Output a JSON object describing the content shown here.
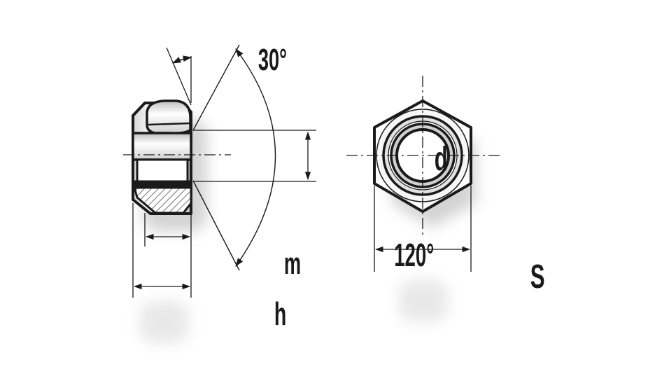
{
  "labels": {
    "angle_top": "30°",
    "angle_bottom": "120°",
    "thread_diameter": "d",
    "nut_height_m": "m",
    "total_height_h": "h",
    "width_across_flats": "S"
  },
  "colors": {
    "line": "#1a1a1a",
    "hatch": "#333333",
    "metal_light": "#f4f4f4",
    "metal_mid": "#c9c9c9",
    "shadow": "#bdbdbd"
  }
}
